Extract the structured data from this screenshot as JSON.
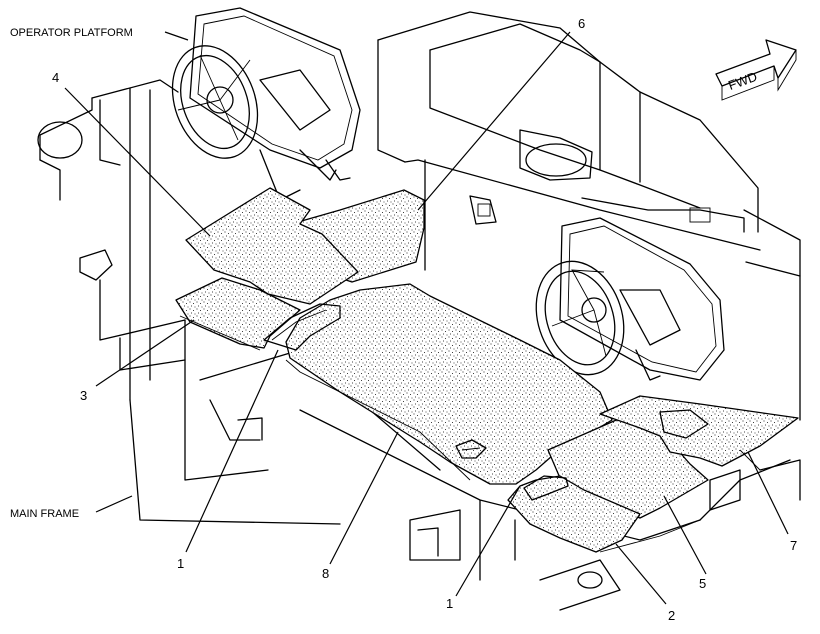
{
  "labels": {
    "operator_platform": "OPERATOR PLATFORM",
    "main_frame": "MAIN FRAME",
    "fwd": "FWD"
  },
  "callouts": {
    "c1a": "1",
    "c1b": "1",
    "c2": "2",
    "c3": "3",
    "c4": "4",
    "c5": "5",
    "c6": "6",
    "c7": "7",
    "c8": "8"
  },
  "colors": {
    "line": "#000000",
    "background": "#ffffff"
  }
}
